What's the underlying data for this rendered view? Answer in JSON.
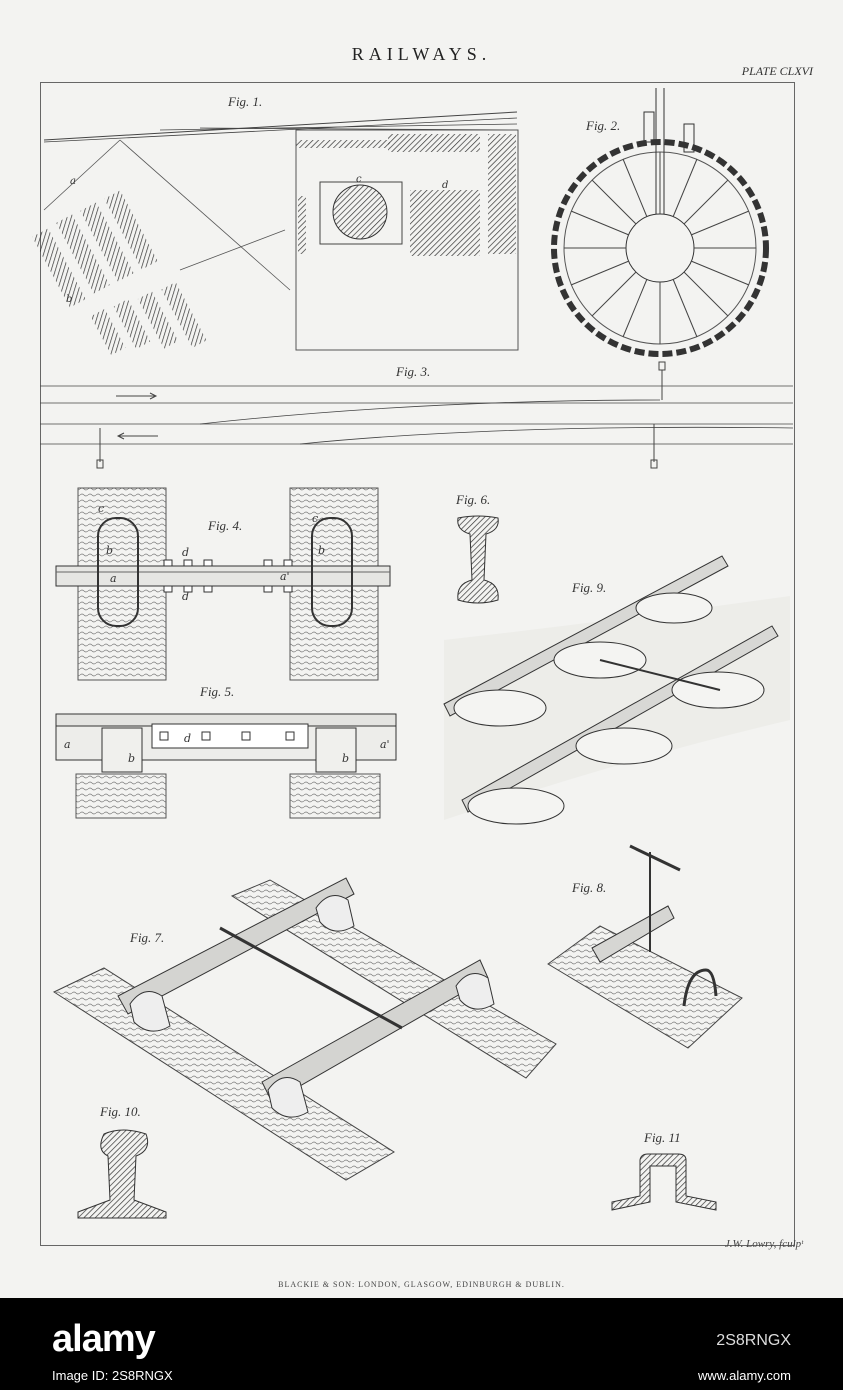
{
  "page": {
    "title": "RAILWAYS.",
    "plate": "PLATE CLXVI",
    "engraver": "J.W. Lowry, fculpᵗ",
    "publisher": "BLACKIE & SON: LONDON, GLASGOW, EDINBURGH & DUBLIN."
  },
  "figures": {
    "fig1": "Fig. 1.",
    "fig2": "Fig. 2.",
    "fig3": "Fig. 3.",
    "fig4": "Fig. 4.",
    "fig5": "Fig. 5.",
    "fig6": "Fig. 6.",
    "fig7": "Fig. 7.",
    "fig8": "Fig. 8.",
    "fig9": "Fig. 9.",
    "fig10": "Fig. 10.",
    "fig11": "Fig. 11"
  },
  "watermark": {
    "brand": "alamy",
    "image_id": "Image ID: 2S8RNGX",
    "site": "www.alamy.com",
    "alt_code": "2S8RNGX"
  }
}
